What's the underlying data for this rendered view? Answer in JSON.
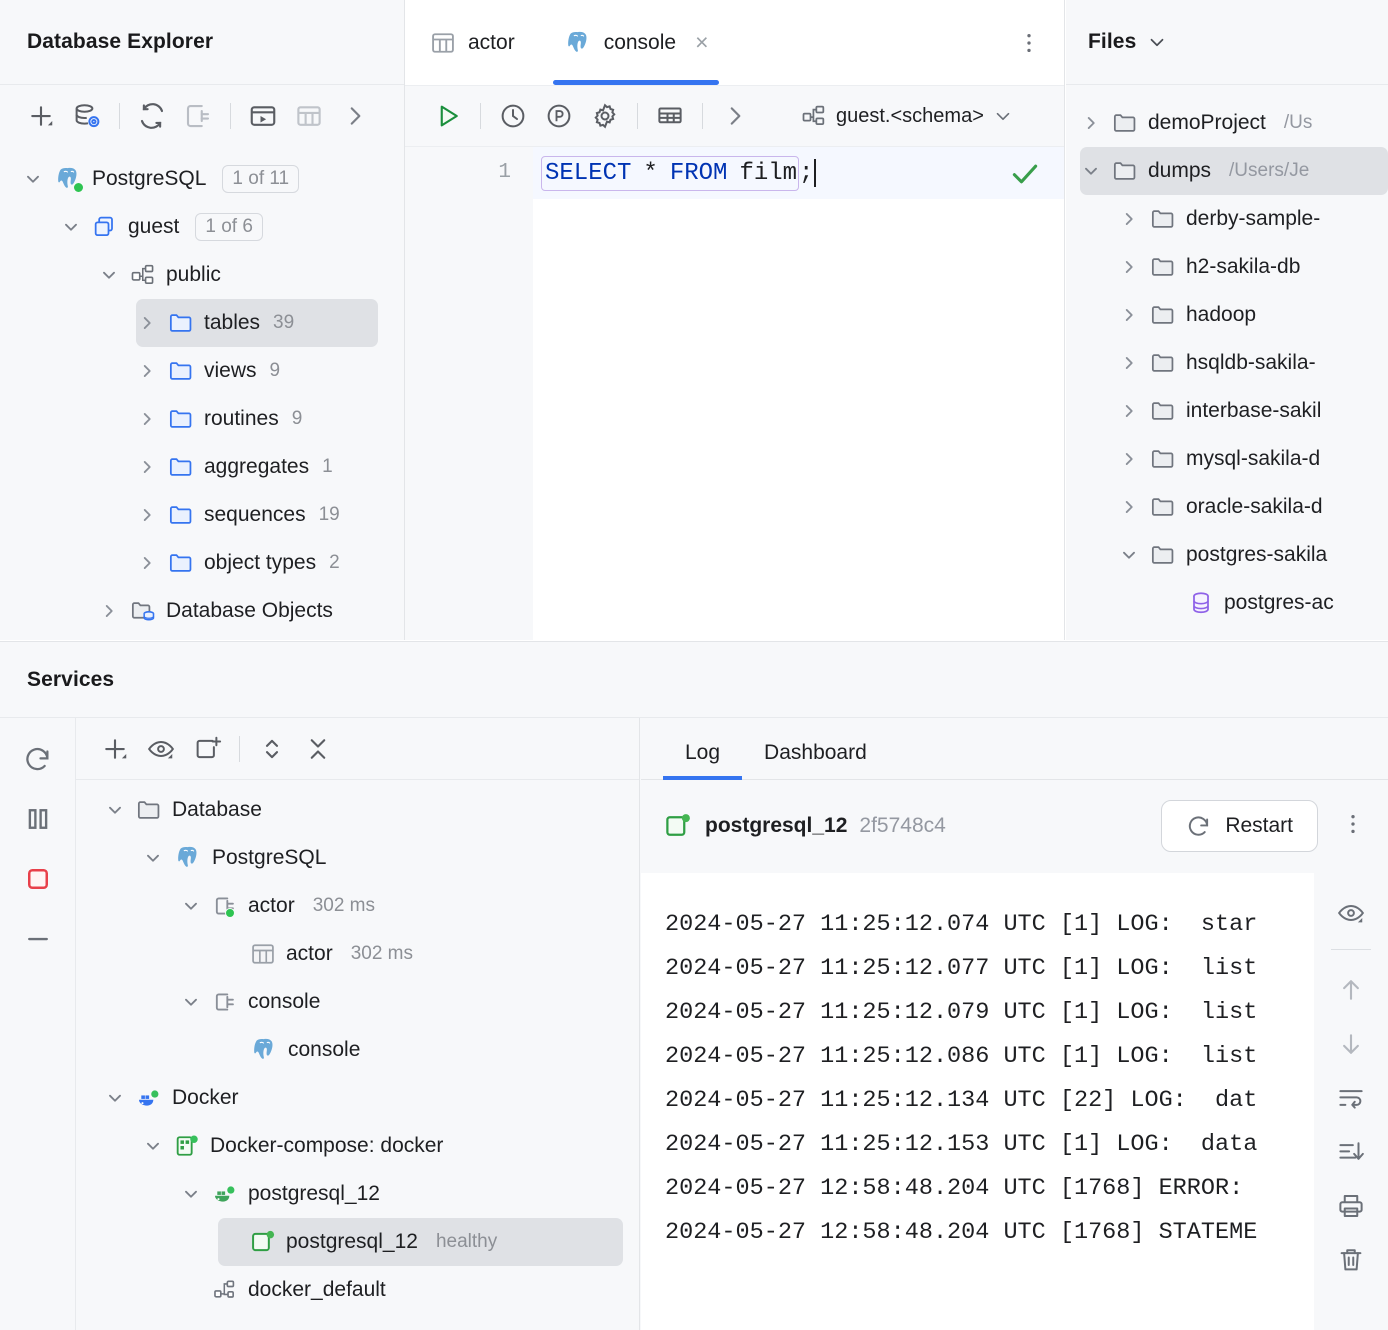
{
  "database_explorer": {
    "title": "Database Explorer",
    "toolbar": [
      {
        "name": "add-data-source-button",
        "icon": "plus-dropdown-icon"
      },
      {
        "name": "data-source-properties-button",
        "icon": "database-settings-icon"
      },
      {
        "name": "refresh-button",
        "icon": "refresh-icon"
      },
      {
        "name": "disconnect-button",
        "icon": "disconnect-plug-icon"
      },
      {
        "name": "open-console-button",
        "icon": "console-run-icon"
      },
      {
        "name": "jump-to-table-button",
        "icon": "table-grid-icon"
      },
      {
        "name": "more-toolbar-button",
        "icon": "chevron-right-icon"
      }
    ],
    "tree": [
      {
        "label": "PostgreSQL",
        "badge": "1 of 11",
        "icon": "postgres-elephant-icon",
        "depth": 0,
        "expanded": true,
        "selected": false,
        "status": "connected"
      },
      {
        "label": "guest",
        "badge": "1 of 6",
        "icon": "database-copies-icon",
        "depth": 1,
        "expanded": true,
        "selected": false
      },
      {
        "label": "public",
        "badge": "",
        "icon": "schema-icon",
        "depth": 2,
        "expanded": true,
        "selected": false
      },
      {
        "label": "tables",
        "count": "39",
        "icon": "folder-blue-icon",
        "depth": 3,
        "expanded": false,
        "selected": true
      },
      {
        "label": "views",
        "count": "9",
        "icon": "folder-blue-icon",
        "depth": 3,
        "expanded": false,
        "selected": false
      },
      {
        "label": "routines",
        "count": "9",
        "icon": "folder-blue-icon",
        "depth": 3,
        "expanded": false,
        "selected": false
      },
      {
        "label": "aggregates",
        "count": "1",
        "icon": "folder-blue-icon",
        "depth": 3,
        "expanded": false,
        "selected": false
      },
      {
        "label": "sequences",
        "count": "19",
        "icon": "folder-blue-icon",
        "depth": 3,
        "expanded": false,
        "selected": false
      },
      {
        "label": "object types",
        "count": "2",
        "icon": "folder-blue-icon",
        "depth": 3,
        "expanded": false,
        "selected": false
      },
      {
        "label": "Database Objects",
        "count": "",
        "icon": "database-objects-icon",
        "depth": 2,
        "expanded": false,
        "selected": false
      }
    ]
  },
  "editor": {
    "tabs": [
      {
        "label": "actor",
        "icon": "table-grid-icon",
        "active": false,
        "closable": false
      },
      {
        "label": "console",
        "icon": "postgres-elephant-icon",
        "active": true,
        "closable": true
      }
    ],
    "tab_close_glyph": "×",
    "tab_overflow_icon": "kebab-menu-icon",
    "toolbar": [
      {
        "name": "execute-button",
        "icon": "run-play-icon"
      },
      {
        "name": "history-button",
        "icon": "clock-history-icon"
      },
      {
        "name": "parameters-button",
        "icon": "parameters-p-icon"
      },
      {
        "name": "settings-button",
        "icon": "gear-icon"
      },
      {
        "name": "data-editor-button",
        "icon": "table-editor-icon"
      },
      {
        "name": "more-toolbar-button",
        "icon": "chevron-right-icon"
      }
    ],
    "schema_selector": {
      "label": "guest.<schema>",
      "icon": "schema-icon",
      "chevron": "chevron-down-icon"
    },
    "line_number": "1",
    "sql": {
      "keyword1": "SELECT",
      "star": "*",
      "keyword2": "FROM",
      "table": "film",
      "terminator": ";"
    },
    "inspection_status_icon": "check-ok-icon"
  },
  "files": {
    "title": "Files",
    "title_chevron": "chevron-down-icon",
    "tree": [
      {
        "label": "demoProject",
        "path": "/Us",
        "depth": 0,
        "expanded": false,
        "selected": false,
        "icon": "folder-grey-icon"
      },
      {
        "label": "dumps",
        "path": "/Users/Je",
        "depth": 0,
        "expanded": true,
        "selected": true,
        "icon": "folder-grey-icon"
      },
      {
        "label": "derby-sample-",
        "path": "",
        "depth": 1,
        "expanded": false,
        "selected": false,
        "icon": "folder-grey-icon"
      },
      {
        "label": "h2-sakila-db",
        "path": "",
        "depth": 1,
        "expanded": false,
        "selected": false,
        "icon": "folder-grey-icon"
      },
      {
        "label": "hadoop",
        "path": "",
        "depth": 1,
        "expanded": false,
        "selected": false,
        "icon": "folder-grey-icon"
      },
      {
        "label": "hsqldb-sakila-",
        "path": "",
        "depth": 1,
        "expanded": false,
        "selected": false,
        "icon": "folder-grey-icon"
      },
      {
        "label": "interbase-sakil",
        "path": "",
        "depth": 1,
        "expanded": false,
        "selected": false,
        "icon": "folder-grey-icon"
      },
      {
        "label": "mysql-sakila-d",
        "path": "",
        "depth": 1,
        "expanded": false,
        "selected": false,
        "icon": "folder-grey-icon"
      },
      {
        "label": "oracle-sakila-d",
        "path": "",
        "depth": 1,
        "expanded": false,
        "selected": false,
        "icon": "folder-grey-icon"
      },
      {
        "label": "postgres-sakila",
        "path": "",
        "depth": 1,
        "expanded": true,
        "selected": false,
        "icon": "folder-grey-icon"
      },
      {
        "label": "postgres-ac",
        "path": "",
        "depth": 2,
        "expanded": null,
        "selected": false,
        "icon": "sql-file-icon"
      }
    ]
  },
  "services": {
    "title": "Services",
    "rail": [
      {
        "name": "rerun-button",
        "icon": "rerun-icon"
      },
      {
        "name": "pause-button",
        "icon": "pause-icon"
      },
      {
        "name": "stop-button",
        "icon": "stop-square-icon"
      },
      {
        "name": "minimize-button",
        "icon": "minus-icon"
      }
    ],
    "toolbar": [
      {
        "name": "add-service-button",
        "icon": "plus-dropdown-icon"
      },
      {
        "name": "show-hide-button",
        "icon": "eye-dropdown-icon"
      },
      {
        "name": "new-tab-button",
        "icon": "new-tab-plus-icon"
      },
      {
        "name": "expand-collapse-button",
        "icon": "updown-chevrons-icon"
      },
      {
        "name": "collapse-all-button",
        "icon": "collapse-all-icon"
      }
    ],
    "tree": [
      {
        "label": "Database",
        "meta": "",
        "depth": 0,
        "expanded": true,
        "selected": false,
        "icon": "folder-grey-icon"
      },
      {
        "label": "PostgreSQL",
        "meta": "",
        "depth": 1,
        "expanded": true,
        "selected": false,
        "icon": "postgres-elephant-icon"
      },
      {
        "label": "actor",
        "meta": "302 ms",
        "depth": 2,
        "expanded": true,
        "selected": false,
        "icon": "connection-plug-green-icon"
      },
      {
        "label": "actor",
        "meta": "302 ms",
        "depth": 3,
        "expanded": null,
        "selected": false,
        "icon": "table-grid-icon"
      },
      {
        "label": "console",
        "meta": "",
        "depth": 2,
        "expanded": true,
        "selected": false,
        "icon": "connection-plug-icon"
      },
      {
        "label": "console",
        "meta": "",
        "depth": 3,
        "expanded": null,
        "selected": false,
        "icon": "postgres-elephant-icon"
      },
      {
        "label": "Docker",
        "meta": "",
        "depth": 0,
        "expanded": true,
        "selected": false,
        "icon": "docker-whale-blue-icon"
      },
      {
        "label": "Docker-compose: docker",
        "meta": "",
        "depth": 1,
        "expanded": true,
        "selected": false,
        "icon": "compose-green-icon"
      },
      {
        "label": "postgresql_12",
        "meta": "",
        "depth": 2,
        "expanded": true,
        "selected": false,
        "icon": "docker-whale-green-icon"
      },
      {
        "label": "postgresql_12",
        "meta": "healthy",
        "depth": 3,
        "expanded": null,
        "selected": true,
        "icon": "container-green-icon"
      },
      {
        "label": "docker_default",
        "meta": "",
        "depth": 2,
        "expanded": null,
        "selected": false,
        "icon": "network-icon"
      }
    ]
  },
  "log": {
    "tabs": [
      {
        "label": "Log",
        "active": true
      },
      {
        "label": "Dashboard",
        "active": false
      }
    ],
    "service_name": "postgresql_12",
    "service_hash": "2f5748c4",
    "service_icon": "container-green-icon",
    "restart_label": "Restart",
    "restart_icon": "restart-icon",
    "kebab_icon": "kebab-menu-icon",
    "lines": [
      "2024-05-27 11:25:12.074 UTC [1] LOG:  star",
      "2024-05-27 11:25:12.077 UTC [1] LOG:  list",
      "2024-05-27 11:25:12.079 UTC [1] LOG:  list",
      "2024-05-27 11:25:12.086 UTC [1] LOG:  list",
      "2024-05-27 11:25:12.134 UTC [22] LOG:  dat",
      "2024-05-27 11:25:12.153 UTC [1] LOG:  data",
      "2024-05-27 12:58:48.204 UTC [1768] ERROR:",
      "2024-05-27 12:58:48.204 UTC [1768] STATEME"
    ],
    "rail": [
      {
        "name": "soft-wrap-eye-button",
        "icon": "eye-dropdown-icon"
      },
      {
        "name": "scroll-up-button",
        "icon": "arrow-up-icon"
      },
      {
        "name": "scroll-down-button",
        "icon": "arrow-down-icon"
      },
      {
        "name": "soft-wrap-button",
        "icon": "soft-wrap-icon"
      },
      {
        "name": "scroll-to-end-button",
        "icon": "scroll-to-end-icon"
      },
      {
        "name": "print-button",
        "icon": "printer-icon"
      },
      {
        "name": "clear-all-button",
        "icon": "trash-icon"
      }
    ]
  },
  "colors": {
    "accent": "#3574f0",
    "panel_bg": "#f7f8fa",
    "content_bg": "#ffffff",
    "selection": "#dfe1e5",
    "keyword": "#0033b3",
    "green": "#389e4b",
    "muted": "#9498a1"
  }
}
